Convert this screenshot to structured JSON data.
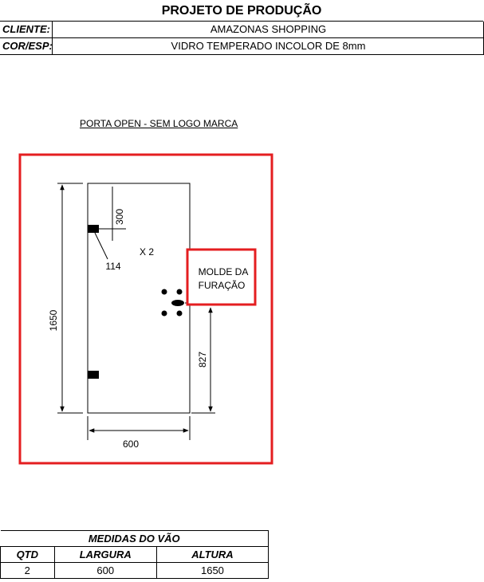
{
  "header": {
    "title": "PROJETO DE PRODUÇÃO",
    "rows": [
      {
        "label": "CLIENTE:",
        "value": "AMAZONAS SHOPPING"
      },
      {
        "label": "COR/ESP:",
        "value": "VIDRO TEMPERADO INCOLOR DE 8mm"
      }
    ]
  },
  "drawing": {
    "title": "PORTA OPEN - SEM LOGO MARCA",
    "height_dim": "1650",
    "width_dim": "600",
    "top_offset_dim": "300",
    "hinge_dim": "114",
    "quantity_note": "X 2",
    "handle_height_dim": "827",
    "callout_text_line1": "MOLDE DA",
    "callout_text_line2": "FURAÇÃO",
    "highlight_color": "#e41e20"
  },
  "measures": {
    "title": "MEDIDAS DO VÃO",
    "headers": [
      "QTD",
      "LARGURA",
      "ALTURA"
    ],
    "rows": [
      {
        "qtd": "2",
        "largura": "600",
        "altura": "1650"
      }
    ]
  }
}
